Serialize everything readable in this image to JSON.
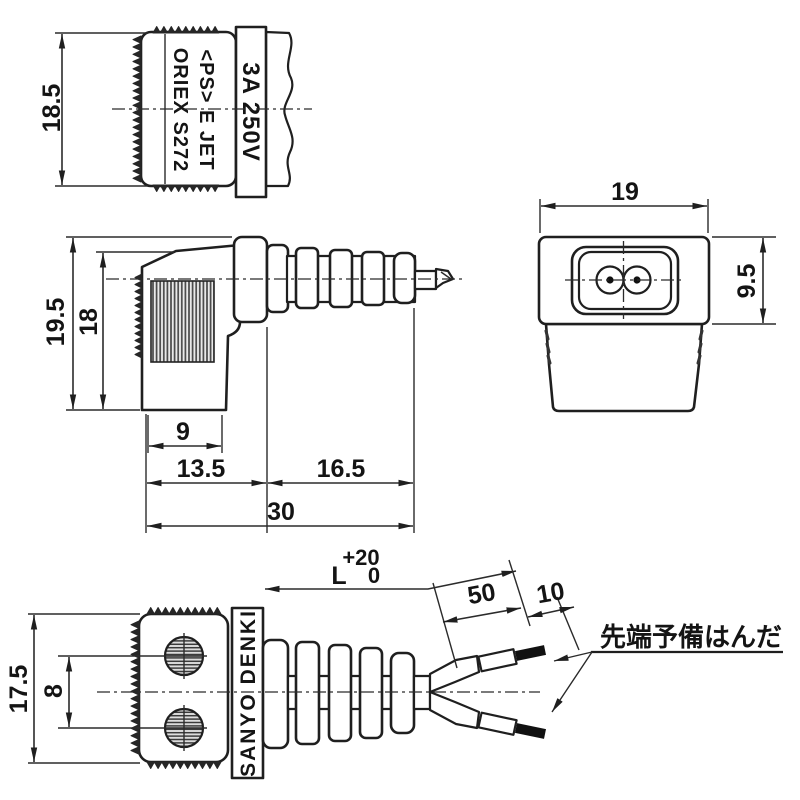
{
  "drawing": {
    "labels": {
      "ps_mark": "<PS> E JET",
      "brand": "ORIEX S272",
      "rating": "3A 250V",
      "maker": "SANYO DENKI",
      "presolder_note": "先端予備はんだ"
    },
    "dimensions": {
      "top_view_height": "18.5",
      "side_overall_height": "19.5",
      "side_body_height": "18",
      "grip_width": "9",
      "body_length": "13.5",
      "bushing_length": "16.5",
      "overall_length": "30",
      "face_width": "19",
      "face_height": "9.5",
      "rear_height": "17.5",
      "hole_pitch": "8",
      "strip_length": "50",
      "solder_tip_length": "10",
      "cable_length_label": "L",
      "cable_tolerance_upper": "+20",
      "cable_tolerance_lower": "0"
    }
  }
}
